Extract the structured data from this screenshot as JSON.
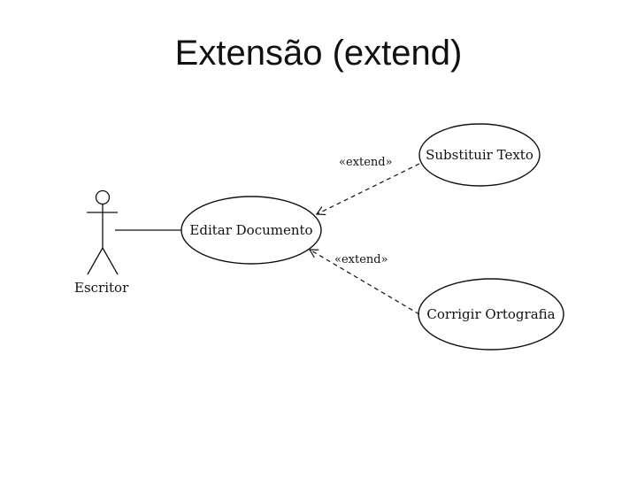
{
  "slide": {
    "title": "Extensão (extend)"
  },
  "diagram": {
    "actor": {
      "label": "Escritor"
    },
    "use_cases": {
      "edit": "Editar Documento",
      "replace": "Substituir Texto",
      "spell": "Corrigir Ortografia"
    },
    "relations": {
      "extend_1": "«extend»",
      "extend_2": "«extend»"
    }
  },
  "colors": {
    "stroke": "#111111",
    "background": "#ffffff"
  }
}
